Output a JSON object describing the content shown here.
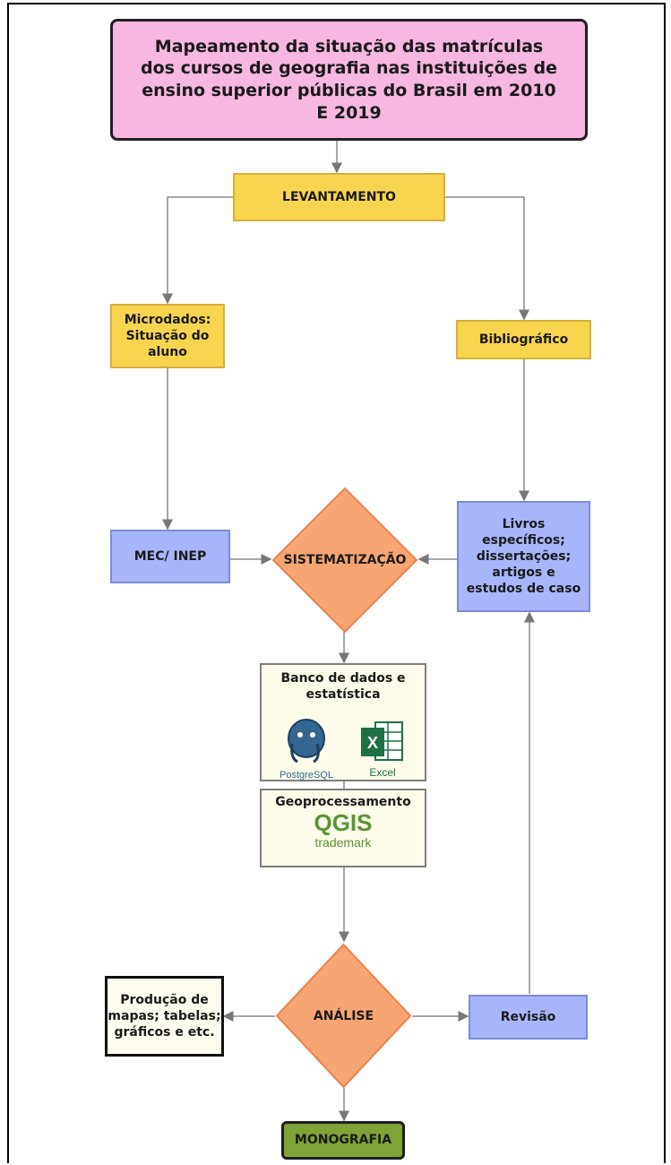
{
  "diagram": {
    "title": "Mapeamento da situação das matrículas dos cursos de geografia nas instituições de ensino superior públicas do Brasil em 2010 E 2019",
    "levantamento": "LEVANTAMENTO",
    "microdados": "Microdados: Situação do aluno",
    "bibliografico": "Bibliográfico",
    "mec_inep": "MEC/ INEP",
    "sistematizacao": "SISTEMATIZAÇÃO",
    "livros": "Livros específicos; dissertações; artigos e estudos de caso",
    "banco": "Banco de dados e estatística",
    "postgres_label": "PostgreSQL",
    "excel_label": "Excel",
    "geoprocessamento": "Geoprocessamento",
    "qgis_label": "QGIS",
    "qgis_sub": "trademark",
    "producao": "Produção de mapas; tabelas; gráficos e etc.",
    "analise": "ANÁLISE",
    "revisao": "Revisão",
    "monografia": "MONOGRAFIA"
  },
  "colors": {
    "title": "#f8b7e1",
    "yellow": "#f9d44f",
    "blue": "#a9b5fb",
    "orange": "#f7a573",
    "green": "#7fa336",
    "cream": "#fdfbea"
  }
}
